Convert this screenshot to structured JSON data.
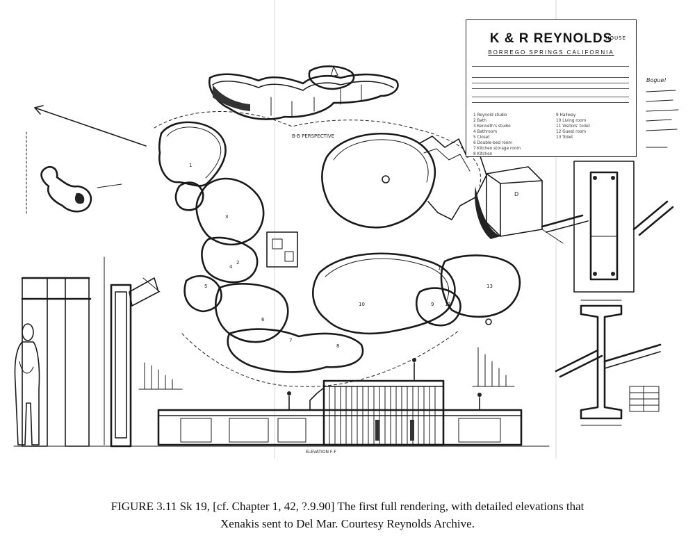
{
  "title_block": {
    "title": "K & R REYNOLDS",
    "subtitle": "HOUSE",
    "location": "BORREGO SPRINGS   CALIFORNIA",
    "legend": [
      "1  Reynold studio",
      "2  Bath",
      "3  Kenneth's studio",
      "4  Bathroom",
      "5  Closet",
      "6  Double-bed room",
      "7  Kitchen storage room",
      "8  Kitchen",
      "9  Hallway",
      "10  Living room",
      "11  Visitors' toilet",
      "12  Guest room",
      "13  Toilet"
    ]
  },
  "margin_note": "Bogue!",
  "room_numbers": [
    "1",
    "2",
    "3",
    "4",
    "5",
    "6",
    "7",
    "8",
    "9",
    "10",
    "11",
    "12",
    "13"
  ],
  "captions": {
    "perspective": "B-B PERSPECTIVE",
    "elevation": "ELEVATION F-F"
  },
  "figure_caption": {
    "line1": "FIGURE 3.11 Sk 19, [cf. Chapter 1, 42, ?.9.90] The first full rendering, with detailed elevations that",
    "line2": "Xenakis sent to Del Mar. Courtesy Reynolds Archive."
  }
}
